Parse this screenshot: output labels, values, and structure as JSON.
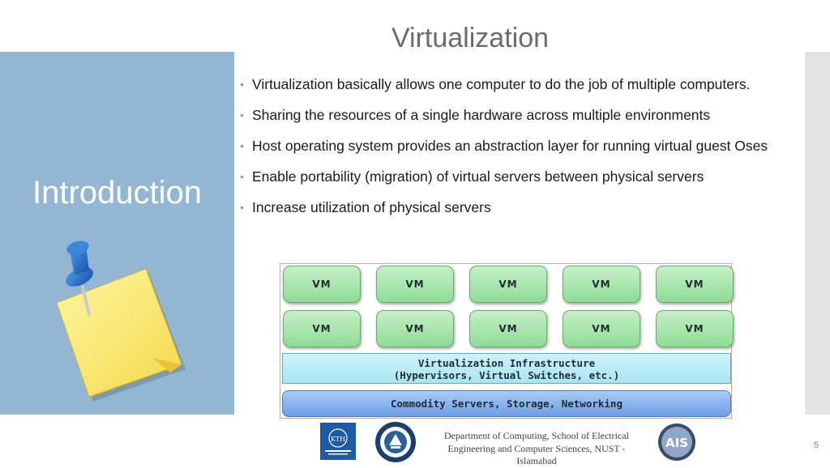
{
  "slide": {
    "title": "Virtualization",
    "section_heading": "Introduction",
    "page_number": "5"
  },
  "bullets": [
    "Virtualization basically allows one computer to do the job of multiple computers.",
    " Sharing the resources of a single hardware across multiple environments",
    "Host operating system provides an abstraction layer for running virtual guest Oses",
    "Enable portability (migration) of virtual servers between physical servers",
    "Increase utilization of physical servers"
  ],
  "diagram": {
    "vm_label": "VM",
    "vm_rows": 2,
    "vm_columns": 5,
    "infrastructure_line1": "Virtualization Infrastructure",
    "infrastructure_line2": "(Hypervisors, Virtual Switches, etc.)",
    "commodity": "Commodity Servers, Storage, Networking"
  },
  "footer": {
    "line1": "Department of Computing, School of Electrical",
    "line2": "Engineering and Computer Sciences, NUST -",
    "line3": "Islamabad",
    "logos": [
      "KTH",
      "NUST",
      "AIS"
    ],
    "kth_logo_text": "KTH",
    "ais_logo_text": "AIS"
  },
  "icons": {
    "bullet": "•",
    "decoration": "pushpin-note-icon"
  },
  "colors": {
    "left_panel": "#93b6d2",
    "vm_box": "#a8e6ad",
    "infrastructure_box": "#bdeef8",
    "commodity_box": "#8ab6ee"
  }
}
